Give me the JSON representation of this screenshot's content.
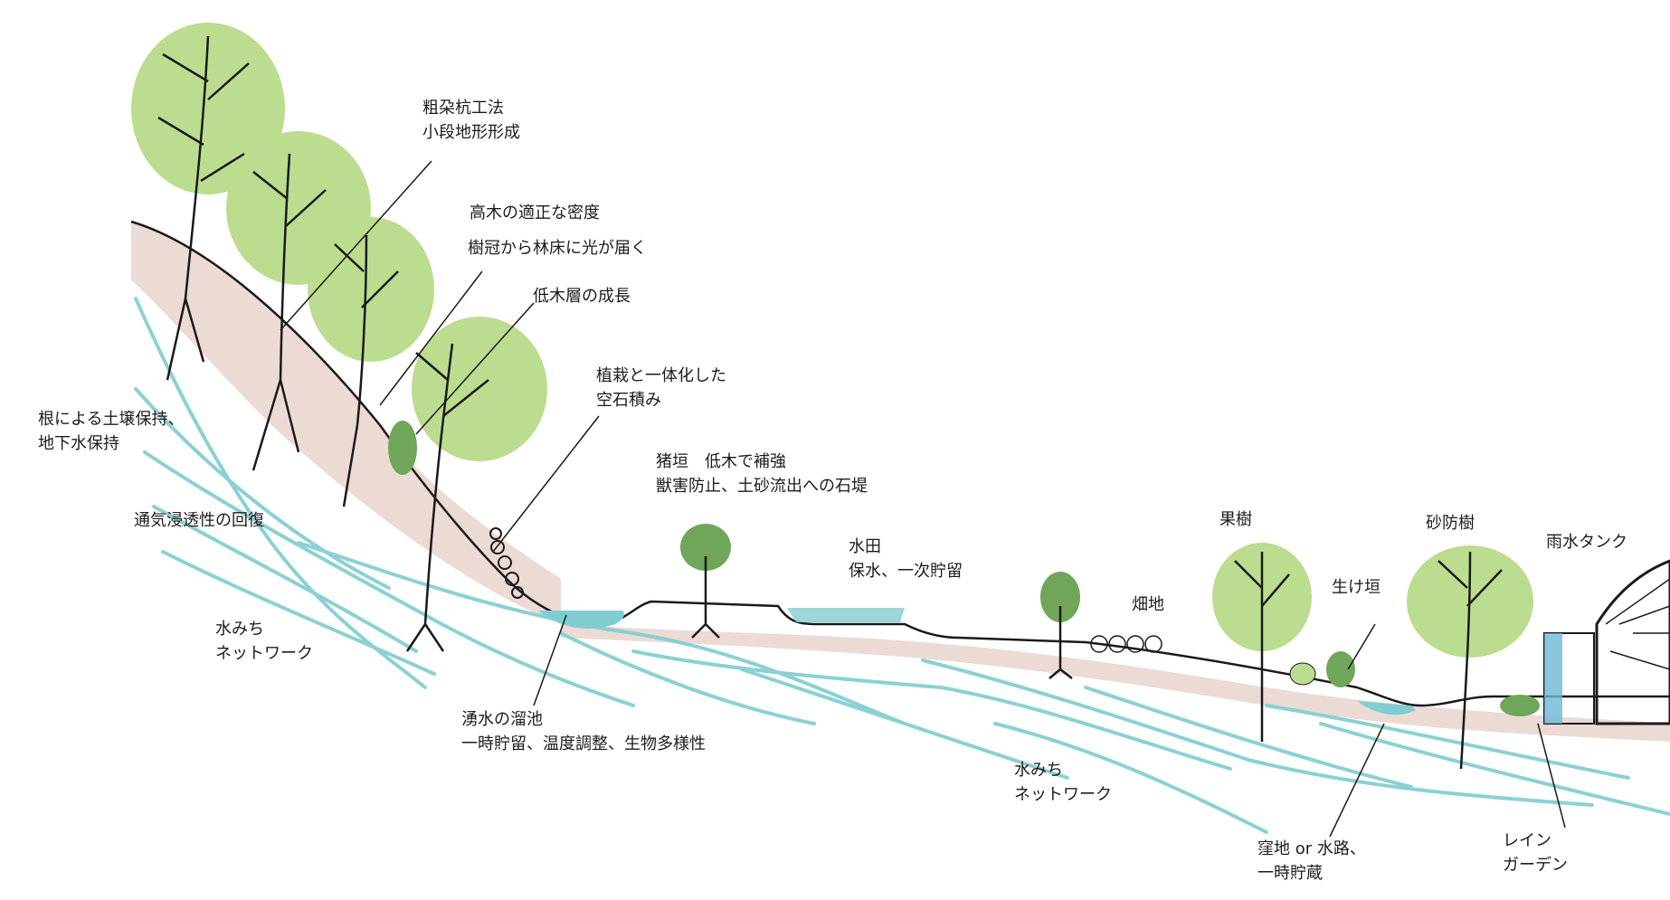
{
  "labels": {
    "sodapile": [
      "粗朶杭工法",
      "小段地形形成"
    ],
    "density": [
      "高木の適正な密度"
    ],
    "light": [
      "樹冠から林床に光が届く"
    ],
    "understory": [
      "低木層の成長"
    ],
    "drystone": [
      "植栽と一体化した",
      "空石積み"
    ],
    "roots": [
      "根による土壌保持、",
      "地下水保持"
    ],
    "aeration": [
      "通気浸透性の回復"
    ],
    "mizumichi1": [
      "水みち",
      "ネットワーク"
    ],
    "shishigaki": [
      "猪垣　低木で補強",
      "獣害防止、土砂流出への石堤"
    ],
    "paddy": [
      "水田",
      "保水、一次貯留"
    ],
    "spring": [
      "湧水の溜池",
      "一時貯留、温度調整、生物多様性"
    ],
    "field": [
      "畑地"
    ],
    "fruit": [
      "果樹"
    ],
    "hedge": [
      "生け垣"
    ],
    "sabo": [
      "砂防樹"
    ],
    "raintank": [
      "雨水タンク"
    ],
    "mizumichi2": [
      "水みち",
      "ネットワーク"
    ],
    "hollow": [
      "窪地 or 水路、",
      "一時貯蔵"
    ],
    "raingarden": [
      "レイン",
      "ガーデン"
    ]
  },
  "colors": {
    "foliage": "#bcdc8f",
    "foliage_dark": "#6fa65a",
    "water": "#7fcdd0",
    "soil": "#e9d3cc",
    "ink": "#1a1a1a",
    "tank": "#6fb6d6"
  }
}
